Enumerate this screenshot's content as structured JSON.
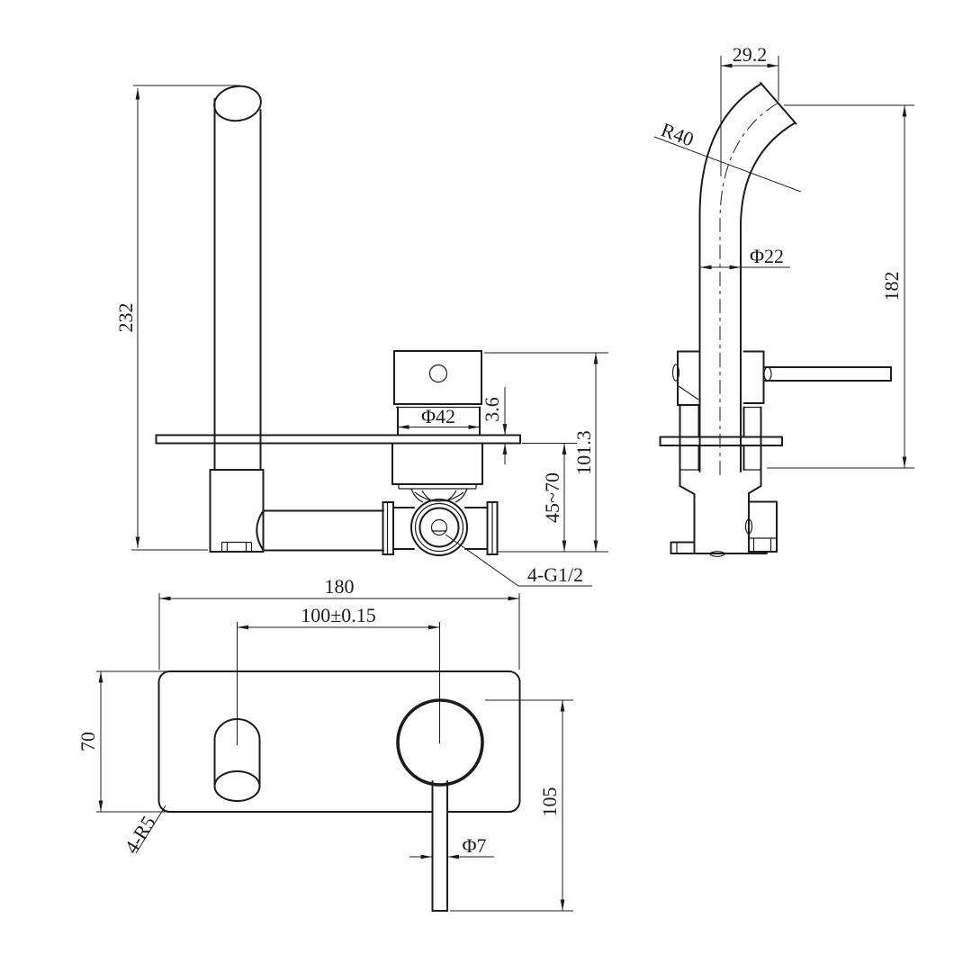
{
  "drawing": {
    "type": "technical-drawing",
    "subject": "wall-mounted basin mixer tap, three orthographic views",
    "line_color": "#1c1c1c",
    "background_color": "#ffffff",
    "front_view": {
      "overall_height": "232",
      "trim_cap_diameter": "Φ42",
      "plate_thickness": "3.6",
      "wall_depth_range": "45~70",
      "valve_height": "101.3",
      "thread_callout": "4-G1/2"
    },
    "side_view": {
      "spout_tip_offset": "29.2",
      "spout_bend_radius": "R40",
      "spout_diameter": "Φ22",
      "spout_height": "182"
    },
    "plan_view": {
      "plate_width": "180",
      "centre_distance": "100±0.15",
      "plate_height": "70",
      "handle_length": "105",
      "handle_rod_diameter": "Φ7",
      "corner_radius": "4-R5"
    }
  }
}
